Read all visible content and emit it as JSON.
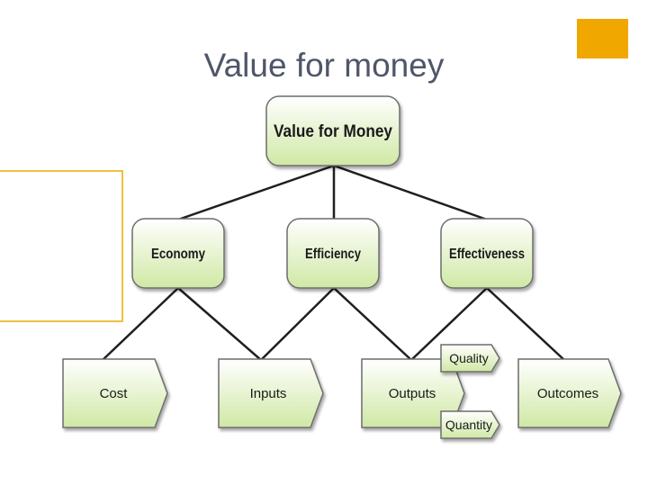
{
  "slide": {
    "title": "Value for money",
    "accent_color": "#f0a800",
    "side_box_border_color": "#f0c040"
  },
  "diagram": {
    "root": {
      "label": "Value for Money"
    },
    "criteria": [
      {
        "label": "Economy"
      },
      {
        "label": "Efficiency"
      },
      {
        "label": "Effectiveness"
      }
    ],
    "chain": [
      {
        "label": "Cost"
      },
      {
        "label": "Inputs"
      },
      {
        "label": "Outputs"
      },
      {
        "label": "Outcomes"
      }
    ],
    "output_tags": [
      {
        "label": "Quality"
      },
      {
        "label": "Quantity"
      }
    ],
    "colors": {
      "node_fill_top": "#ffffff",
      "node_fill_bottom": "#cfe8a4",
      "node_stroke": "#6d6d6d",
      "connector": "#1f1f1f"
    }
  }
}
